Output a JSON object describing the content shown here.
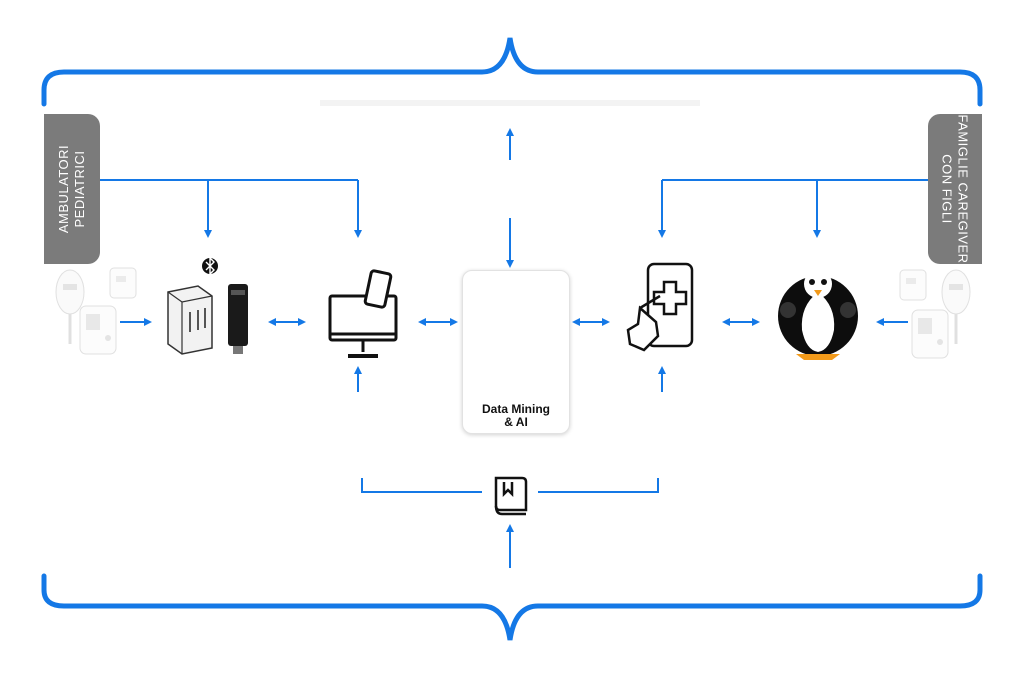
{
  "side_labels": {
    "left": [
      "AMBULATORI",
      "PEDIATRICI"
    ],
    "right": [
      "FAMIGLIE CAREGIVER",
      "CON FIGLI"
    ]
  },
  "center": {
    "label_line1": "Data Mining",
    "label_line2": "& AI"
  },
  "colors": {
    "accent": "#1478e6",
    "tab": "#7b7b7b",
    "ink": "#111111"
  },
  "icons": {
    "left_devices": "thermometer-oximeter-icon",
    "gateway": "gateway-device-icon",
    "bluetooth": "bluetooth-icon",
    "computer": "monitor-phone-icon",
    "brain": "ai-brain-tree-icon",
    "tablet": "medical-tablet-icon",
    "mascot": "penguin-mascot-icon",
    "right_devices": "thermometer-oximeter-icon",
    "book": "manual-book-icon"
  }
}
